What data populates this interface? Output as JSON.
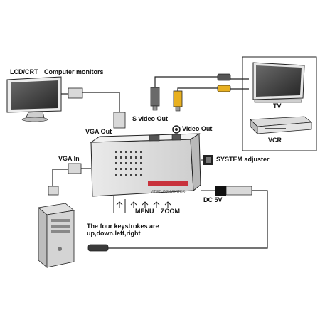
{
  "labels": {
    "lcd_crt": "LCD/CRT",
    "computer_monitors": "Computer monitors",
    "tv": "TV",
    "vcr": "VCR",
    "s_video_out": "S video Out",
    "video_out": "Video Out",
    "vga_out": "VGA Out",
    "vga_in": "VGA In",
    "system_adjuster": "SYSTEM adjuster",
    "dc_5v": "DC 5V",
    "menu": "MENU",
    "zoom": "ZOOM",
    "keystroke_note_line1": "The four keystrokes are",
    "keystroke_note_line2": "up,down.left,right"
  },
  "device": {
    "panel_text": "VIDEO CONVERTER"
  },
  "colors": {
    "line": "#222222",
    "device_fill": "#f2f2f2",
    "device_shadow": "#b9b9b9",
    "screen_fill": "#4a4a4a",
    "connector_fill": "#d9d9d9",
    "accent_red": "#c8323c",
    "accent_yellow": "#e8b020"
  }
}
